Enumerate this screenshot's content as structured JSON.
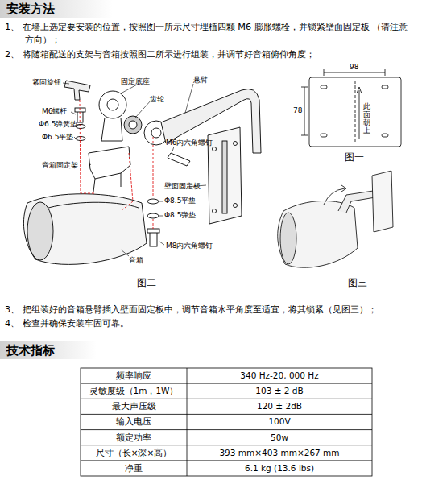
{
  "diagram": {
    "title": "安装方法",
    "labels": [
      "1、 在墙上选定要安装的位置，按照图一所示尺寸埋植四颗 M6 膨胀螺栓，并锁紧壁面固定板 （请注意方向）；",
      "2、 将随箱配送的支架与音箱按照图二所示进行组装，并调节好音箱俯仰角度；",
      "紧固旋钮",
      "固定底座",
      "齿轮",
      "悬臂",
      "M6螺杆",
      "Φ6.5弹簧垫",
      "Φ6.5平垫",
      "M6内六角螺钉",
      "音箱固定架",
      "壁面固定板",
      "Φ8.5平垫",
      "Φ8.5弹垫",
      "M8内六角螺钉",
      "音箱",
      "图二",
      "98",
      "78",
      "此面朝上",
      "图一",
      "图三",
      "3、 把组装好的音箱悬臂插入壁面固定板中，调节音箱水平角度至适宜，将其锁紧（见图三）；",
      "4、 检查并确保安装牢固可靠。",
      "技术指标",
      "频率响应",
      "340 Hz-20, 000 Hz",
      "灵敏度级（1m，1W）",
      "103 ± 2 dB",
      "最大声压级",
      "120 ± 2dB",
      "输入电压",
      "100V",
      "额定功率",
      "50w",
      "尺寸（长×深×高）",
      "393 mm×403 mm×267 mm",
      "净重",
      "6.1 kg (13.6 lbs)"
    ]
  }
}
